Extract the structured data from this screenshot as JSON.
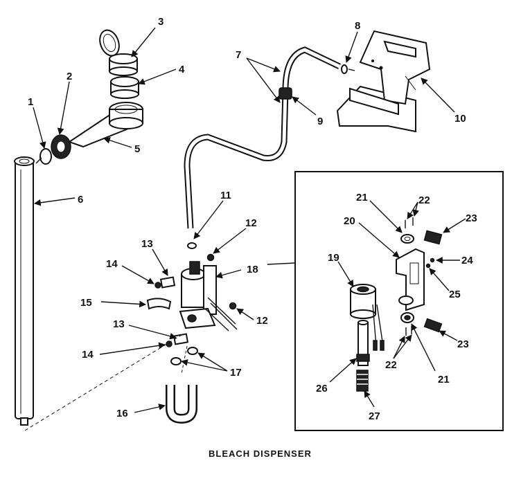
{
  "caption": "BLEACH DISPENSER",
  "callouts": {
    "c1": "1",
    "c2": "2",
    "c3": "3",
    "c4": "4",
    "c5": "5",
    "c6": "6",
    "c7": "7",
    "c8": "8",
    "c9": "9",
    "c10": "10",
    "c11": "11",
    "c12a": "12",
    "c12b": "12",
    "c13a": "13",
    "c13b": "13",
    "c14a": "14",
    "c14b": "14",
    "c15": "15",
    "c16": "16",
    "c17": "17",
    "c18": "18",
    "c19": "19",
    "c20": "20",
    "c21a": "21",
    "c21b": "21",
    "c22a": "22",
    "c22b": "22",
    "c23a": "23",
    "c23b": "23",
    "c24": "24",
    "c25": "25",
    "c26": "26",
    "c27": "27"
  }
}
